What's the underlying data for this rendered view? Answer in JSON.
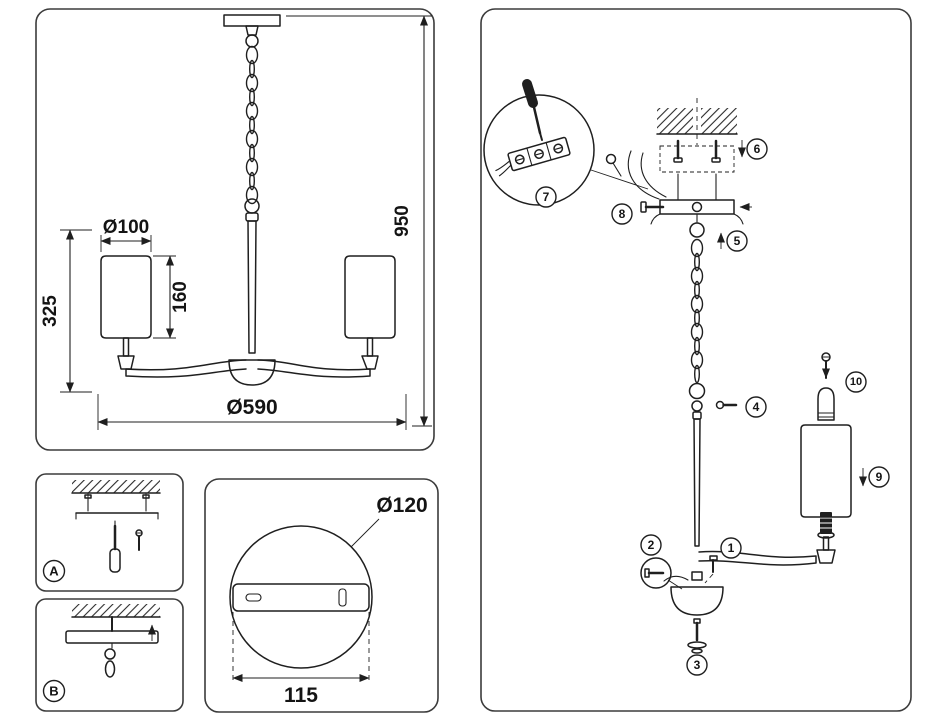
{
  "meta": {
    "background": "#ffffff",
    "line_color": "#1f1f1f",
    "description": "Chandelier dimension drawing and assembly instructions"
  },
  "main_view": {
    "dim_shade_diameter": "Ø100",
    "dim_shade_height": "160",
    "dim_body_height": "325",
    "dim_total_height": "950",
    "dim_span_diameter": "Ø590"
  },
  "canopy_view": {
    "dim_diameter": "Ø120",
    "dim_plate_width": "115"
  },
  "mount_details": {
    "option_a": "A",
    "option_b": "B"
  },
  "assembly_steps": {
    "s1": "1",
    "s2": "2",
    "s3": "3",
    "s4": "4",
    "s5": "5",
    "s6": "6",
    "s7": "7",
    "s8": "8",
    "s9": "9",
    "s10": "10"
  }
}
